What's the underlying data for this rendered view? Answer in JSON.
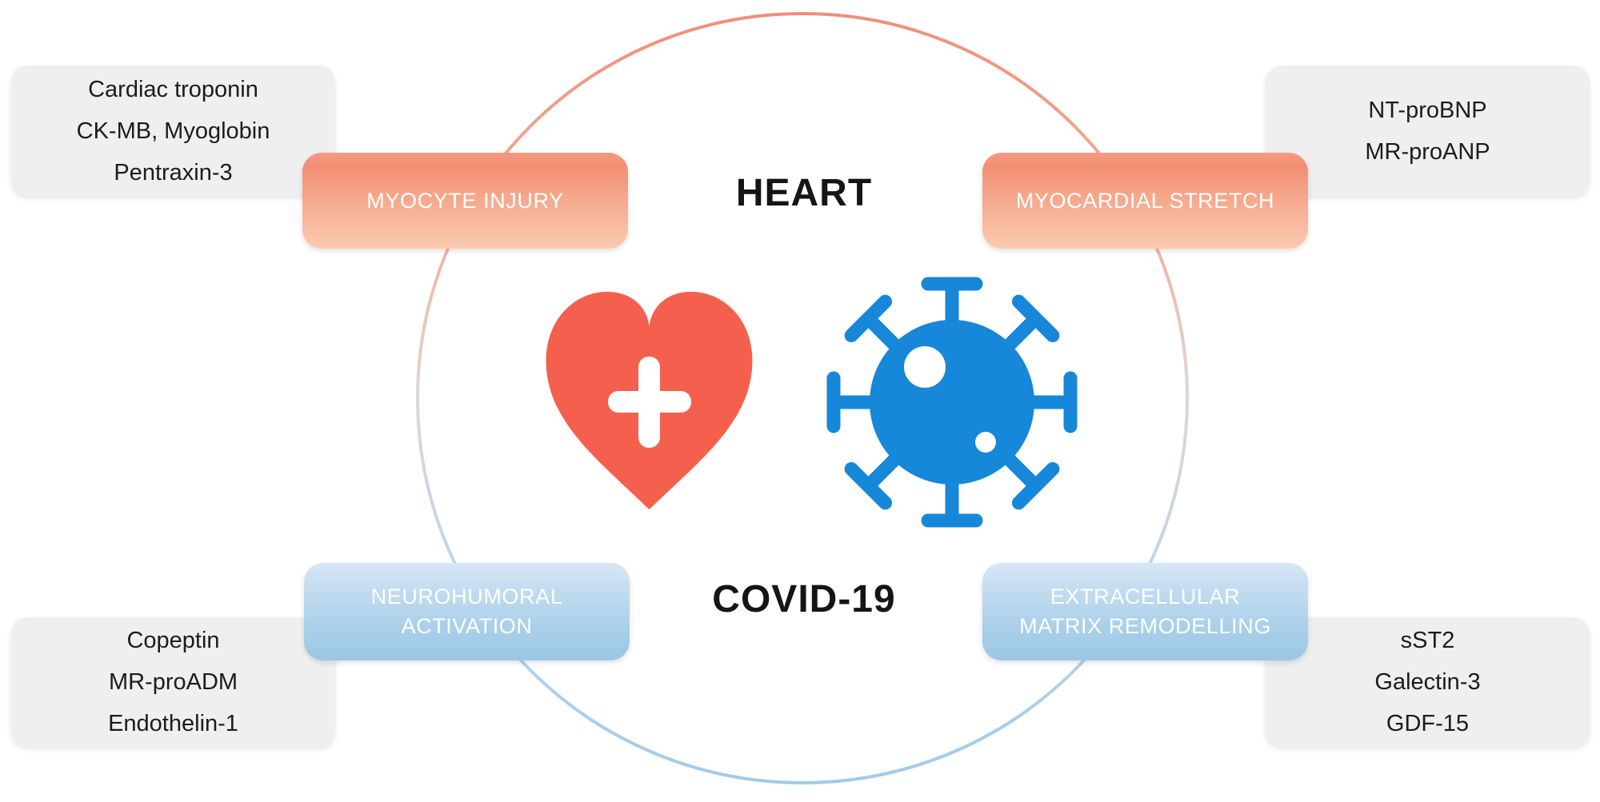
{
  "figure": {
    "heart_label": "HEART",
    "covid_label": "COVID-19"
  },
  "quadrants": {
    "top_left": {
      "category": "MYOCYTE INJURY",
      "category_lines": [
        "MYOCYTE INJURY"
      ],
      "biomarkers": [
        "Cardiac troponin",
        "CK-MB, Myoglobin",
        "Pentraxin-3"
      ]
    },
    "top_right": {
      "category": "MYOCARDIAL STRETCH",
      "category_lines": [
        "MYOCARDIAL STRETCH"
      ],
      "biomarkers": [
        "NT-proBNP",
        "MR-proANP"
      ]
    },
    "bottom_left": {
      "category": "NEUROHUMORAL ACTIVATION",
      "category_lines": [
        "NEUROHUMORAL",
        "ACTIVATION"
      ],
      "biomarkers": [
        "Copeptin",
        "MR-proADM",
        "Endothelin-1"
      ]
    },
    "bottom_right": {
      "category": "EXTRACELLULAR MATRIX REMODELLING",
      "category_lines": [
        "EXTRACELLULAR",
        "MATRIX REMODELLING"
      ],
      "biomarkers": [
        "sST2",
        "Galectin-3",
        "GDF-15"
      ]
    }
  },
  "icons": {
    "heart": "heart-plus-icon",
    "virus": "coronavirus-icon"
  },
  "colors": {
    "heart_icon": "#f4604d",
    "virus_icon": "#1687d9",
    "orange_box_top": "#f28e74",
    "orange_box_bottom": "#fbcab0",
    "blue_box_top": "#d6e8f5",
    "blue_box_bottom": "#9cc6e5",
    "gray_box": "#efeff0",
    "circle_top": "#f0907a",
    "circle_bottom": "#a2cae8",
    "title_text": "#151515"
  }
}
